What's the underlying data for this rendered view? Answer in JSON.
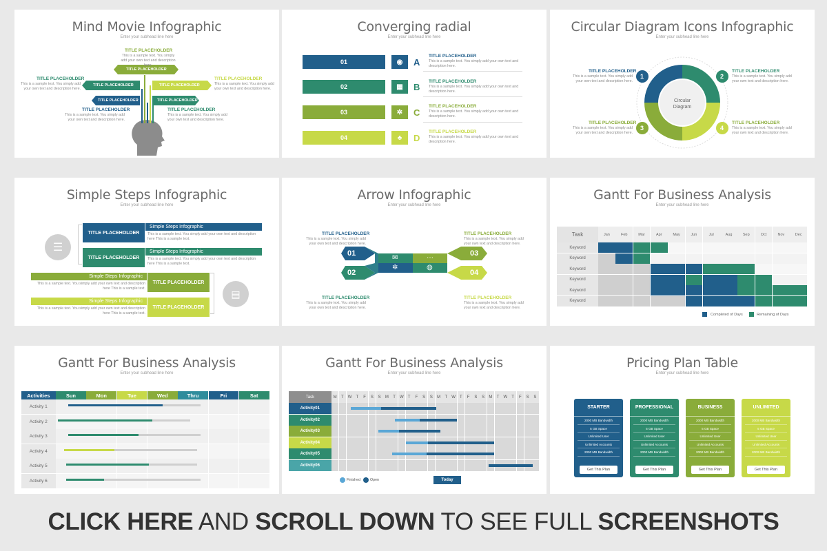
{
  "colors": {
    "blue": "#215f8b",
    "teal": "#2e8b6e",
    "green": "#8aac3a",
    "lime": "#c7d948",
    "gray": "#cfcfcf"
  },
  "slides": [
    {
      "title": "Mind Movie Infographic",
      "subtitle": "Enter your subhead line here"
    },
    {
      "title": "Converging radial",
      "subtitle": "Enter your subhead line here"
    },
    {
      "title": "Circular Diagram Icons Infographic",
      "subtitle": "Enter your subhead line here"
    },
    {
      "title": "Simple Steps Infographic",
      "subtitle": "Enter your subhead line here"
    },
    {
      "title": "Arrow Infographic",
      "subtitle": "Enter your subhead line here"
    },
    {
      "title": "Gantt For Business Analysis",
      "subtitle": "Enter your subhead line here"
    },
    {
      "title": "Gantt For Business Analysis",
      "subtitle": "Enter your subhead line here"
    },
    {
      "title": "Gantt For Business Analysis",
      "subtitle": "Enter your subhead line here"
    },
    {
      "title": "Pricing Plan Table",
      "subtitle": "Enter your subhead line here"
    }
  ],
  "common": {
    "title_placeholder": "TITLE PLACEHOLDER",
    "sample_text": "This is a sample text. You simply add your own text and description here.",
    "sample_text_long": "This is a sample text. You simply add your own text and description here This is a sample text."
  },
  "radial": {
    "numbers": [
      "01",
      "02",
      "03",
      "04"
    ],
    "letters": [
      "A",
      "B",
      "C",
      "D"
    ]
  },
  "circular": {
    "center": "Circular Diagram",
    "numbers": [
      "1",
      "2",
      "3",
      "4"
    ]
  },
  "steps": {
    "label": "Simple Steps Infographic"
  },
  "arrow": {
    "numbers": [
      "01",
      "02",
      "03",
      "04"
    ]
  },
  "gantt1": {
    "task_header": "Task",
    "months": [
      "Jan",
      "Feb",
      "Mar",
      "Apr",
      "May",
      "Jun",
      "Jul",
      "Aug",
      "Sep",
      "Oct",
      "Nov",
      "Dec"
    ],
    "rows": [
      "Keyword",
      "Keyword",
      "Keyword",
      "Keyword",
      "Keyword",
      "Keyword"
    ],
    "legend": [
      "Completed of Days",
      "Remaining of Days"
    ]
  },
  "gantt2": {
    "header": [
      "Activities",
      "Sun",
      "Mon",
      "Tue",
      "Wed",
      "Thru",
      "Fri",
      "Sat"
    ],
    "rows": [
      "Activity 1",
      "Activity 2",
      "Activity 3",
      "Activity 4",
      "Activity 5",
      "Activity 6"
    ]
  },
  "gantt3": {
    "task_header": "Task",
    "days": [
      "M",
      "T",
      "W",
      "T",
      "F",
      "S",
      "S",
      "M",
      "T",
      "W",
      "T",
      "F",
      "S",
      "S",
      "M",
      "T",
      "W",
      "T",
      "F",
      "S",
      "S",
      "M",
      "T",
      "W",
      "T",
      "F",
      "S",
      "S"
    ],
    "rows": [
      "Activity01",
      "Activity02",
      "Activity03",
      "Activity04",
      "Activity05",
      "Activity06"
    ],
    "legend": [
      "Finished",
      "Open"
    ],
    "today": "Today"
  },
  "pricing": {
    "plans": [
      {
        "name": "STARTER",
        "color": "#215f8b"
      },
      {
        "name": "PROFESSIONAL",
        "color": "#2e8b6e"
      },
      {
        "name": "BUSINESS",
        "color": "#8aac3a"
      },
      {
        "name": "UNLIMITED",
        "color": "#c7d948"
      }
    ],
    "features": [
      "2000 MB Bandwidth",
      "5 GB Space",
      "Unlimited User",
      "Unlimited Accounts",
      "2000 MB Bandwidth"
    ],
    "cta": "Get This Plan"
  },
  "footer": {
    "p1": "CLICK HERE",
    "p2": " AND ",
    "p3": "SCROLL DOWN",
    "p4": " TO SEE FULL ",
    "p5": "SCREENSHOTS"
  }
}
